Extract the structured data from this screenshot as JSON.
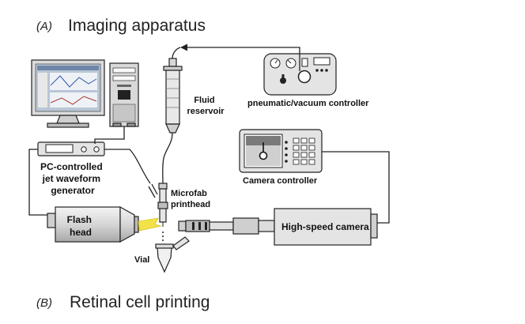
{
  "panels": {
    "a": {
      "letter": "(A)",
      "title": "Imaging apparatus"
    },
    "b": {
      "letter": "(B)",
      "title": "Retinal cell printing"
    }
  },
  "labels": {
    "fluid_reservoir": [
      "Fluid",
      "reservoir"
    ],
    "pneumatic_controller": "pneumatic/vacuum controller",
    "pc_generator": [
      "PC-controlled",
      "jet waveform",
      "generator"
    ],
    "camera_controller": "Camera controller",
    "printhead": [
      "Microfab",
      "printhead"
    ],
    "flash_head": [
      "Flash",
      "head"
    ],
    "high_speed_camera": "High-speed camera",
    "vial": "Vial"
  },
  "colors": {
    "line": "#222222",
    "device_fill": "#e4e4e4",
    "monitor_screen": "#b9c6d6",
    "flash_light": "#f2e24a",
    "background": "#ffffff"
  }
}
